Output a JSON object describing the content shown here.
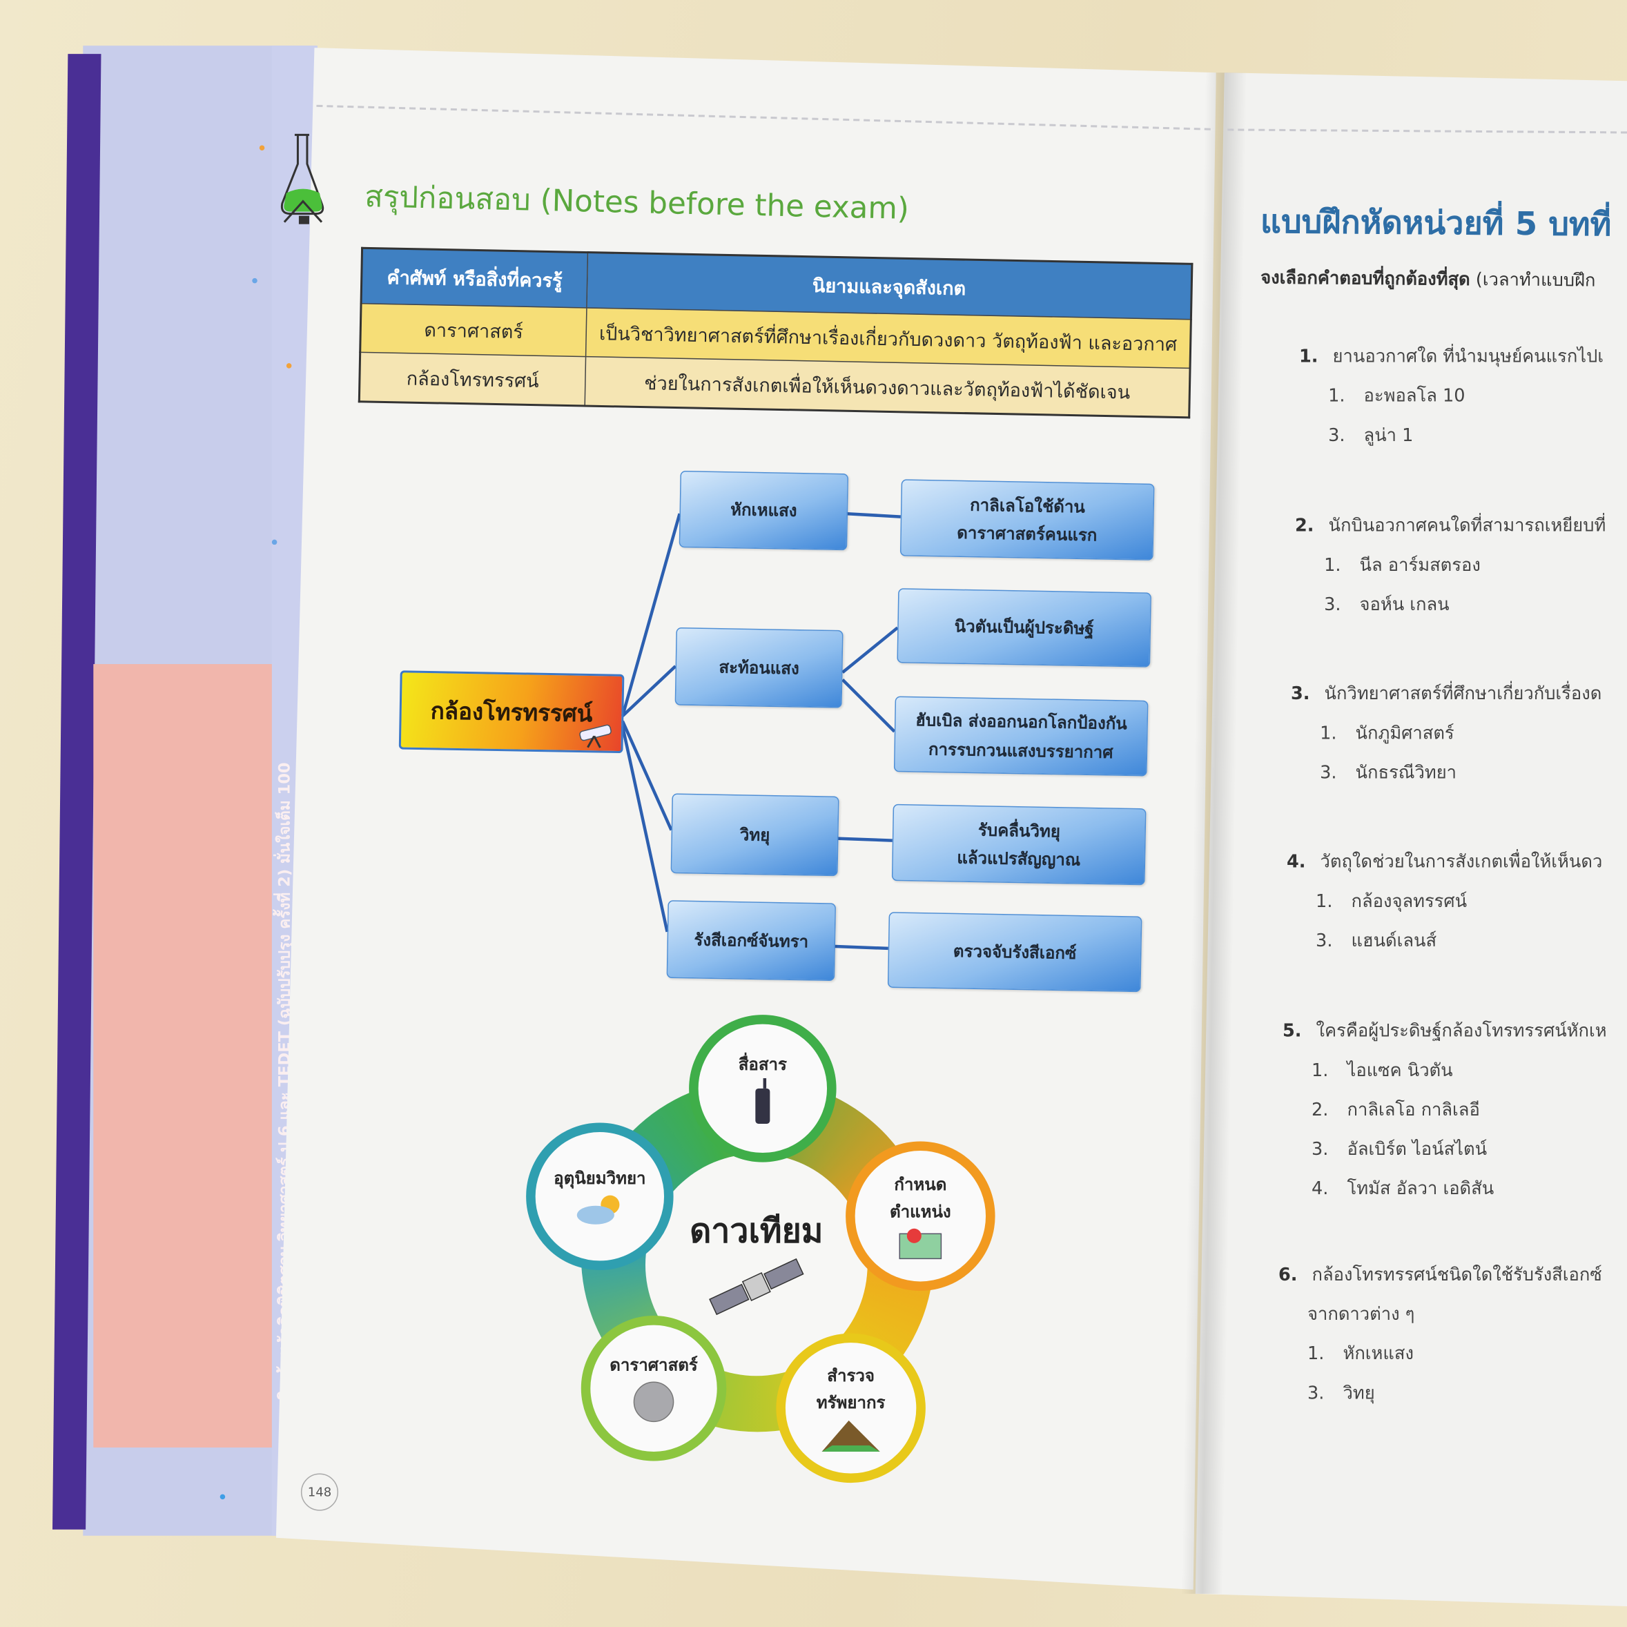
{
  "spine": {
    "text": "ติวเข้มหลักคิดพิชิตสอบ วิทยาศาสตร์ ป.6 และ TEDET (ฉบับปรับปรุง ครั้งที่ 2) มั่นใจเต็ม 100"
  },
  "left_page": {
    "title": "สรุปก่อนสอบ (Notes before the exam)",
    "page_number": "148",
    "table": {
      "headers": [
        "คำศัพท์ หรือสิ่งที่ควรรู้",
        "นิยามและจุดสังเกต"
      ],
      "rows": [
        [
          "ดาราศาสตร์",
          "เป็นวิชาวิทยาศาสตร์ที่ศึกษาเรื่องเกี่ยวกับดวงดาว วัตถุท้องฟ้า และอวกาศ"
        ],
        [
          "กล้องโทรทรรศน์",
          "ช่วยในการสังเกตเพื่อให้เห็นดวงดาวและวัตถุท้องฟ้าได้ชัดเจน"
        ]
      ]
    },
    "mindmap": {
      "root": "กล้องโทรทรรศน์",
      "branches": [
        {
          "label": "หักเหแสง",
          "children": [
            [
              "กาลิเลโอใช้ด้าน",
              "ดาราศาสตร์คนแรก"
            ]
          ]
        },
        {
          "label": "สะท้อนแสง",
          "children": [
            [
              "นิวตันเป็นผู้ประดิษฐ์"
            ],
            [
              "ฮับเบิล ส่งออกนอกโลกป้องกัน",
              "การรบกวนแสงบรรยากาศ"
            ]
          ]
        },
        {
          "label": "วิทยุ",
          "children": [
            [
              "รับคลื่นวิทยุ",
              "แล้วแปรสัญญาณ"
            ]
          ]
        },
        {
          "label": "รังสีเอกซ์จันทรา",
          "children": [
            [
              "ตรวจจับรังสีเอกซ์"
            ]
          ]
        }
      ]
    },
    "flower": {
      "center": "ดาวเทียม",
      "petals": [
        {
          "label": "สื่อสาร",
          "color": "#3fae49"
        },
        {
          "label": "กำหนด\nตำแหน่ง",
          "color": "#f29a1f"
        },
        {
          "label": "สำรวจ\nทรัพยากร",
          "color": "#e8c91a"
        },
        {
          "label": "ดาราศาสตร์",
          "color": "#8cc63f"
        },
        {
          "label": "อุตุนิยมวิทยา",
          "color": "#2f9fb0"
        }
      ]
    }
  },
  "right_page": {
    "heading": "แบบฝึกหัดหน่วยที่ 5 บทที่",
    "instruction_bold": "จงเลือกคำตอบที่ถูกต้องที่สุด",
    "instruction_rest": " (เวลาทำแบบฝึก",
    "questions": [
      {
        "num": "1.",
        "text": "ยานอวกาศใด ที่นำมนุษย์คนแรกไปเ",
        "options": [
          [
            "1.",
            "อะพอลโล 10"
          ],
          [
            "3.",
            "ลูน่า 1"
          ]
        ]
      },
      {
        "num": "2.",
        "text": "นักบินอวกาศคนใดที่สามารถเหยียบที่",
        "options": [
          [
            "1.",
            "นีล อาร์มสตรอง"
          ],
          [
            "3.",
            "จอห์น เกลน"
          ]
        ]
      },
      {
        "num": "3.",
        "text": "นักวิทยาศาสตร์ที่ศึกษาเกี่ยวกับเรื่องด",
        "options": [
          [
            "1.",
            "นักภูมิศาสตร์"
          ],
          [
            "3.",
            "นักธรณีวิทยา"
          ]
        ]
      },
      {
        "num": "4.",
        "text": "วัตถุใดช่วยในการสังเกตเพื่อให้เห็นดว",
        "options": [
          [
            "1.",
            "กล้องจุลทรรศน์"
          ],
          [
            "3.",
            "แฮนด์เลนส์"
          ]
        ]
      },
      {
        "num": "5.",
        "text": "ใครคือผู้ประดิษฐ์กล้องโทรทรรศน์หักเห",
        "options": [
          [
            "1.",
            "ไอแซค นิวตัน"
          ],
          [
            "2.",
            "กาลิเลโอ กาลิเลอี"
          ],
          [
            "3.",
            "อัลเบิร์ต ไอน์สไตน์"
          ],
          [
            "4.",
            "โทมัส อัลวา เอดิสัน"
          ]
        ]
      },
      {
        "num": "6.",
        "text": "กล้องโทรทรรศน์ชนิดใดใช้รับรังสีเอกซ์",
        "text2": "จากดาวต่าง ๆ",
        "options": [
          [
            "1.",
            "หักเหแสง"
          ],
          [
            "3.",
            "วิทยุ"
          ]
        ]
      }
    ]
  },
  "colors": {
    "title_green": "#5aa83e",
    "table_header": "#3f80c2",
    "heading_blue": "#2e6ea6",
    "spine_pink": "#f1b6ac",
    "stack_lavender": "#c8cdeb"
  }
}
